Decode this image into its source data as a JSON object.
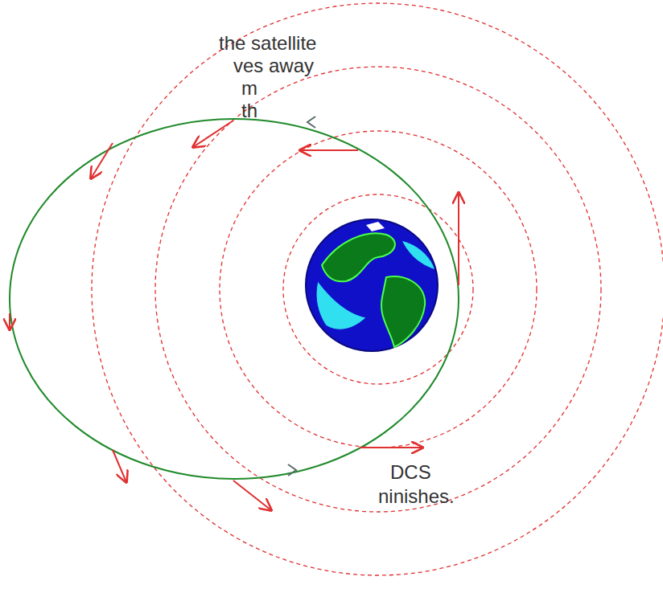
{
  "diagram": {
    "labels": [
      "the satellite",
      "ves away",
      "m",
      "th",
      "DCS",
      "ninishes."
    ]
  }
}
